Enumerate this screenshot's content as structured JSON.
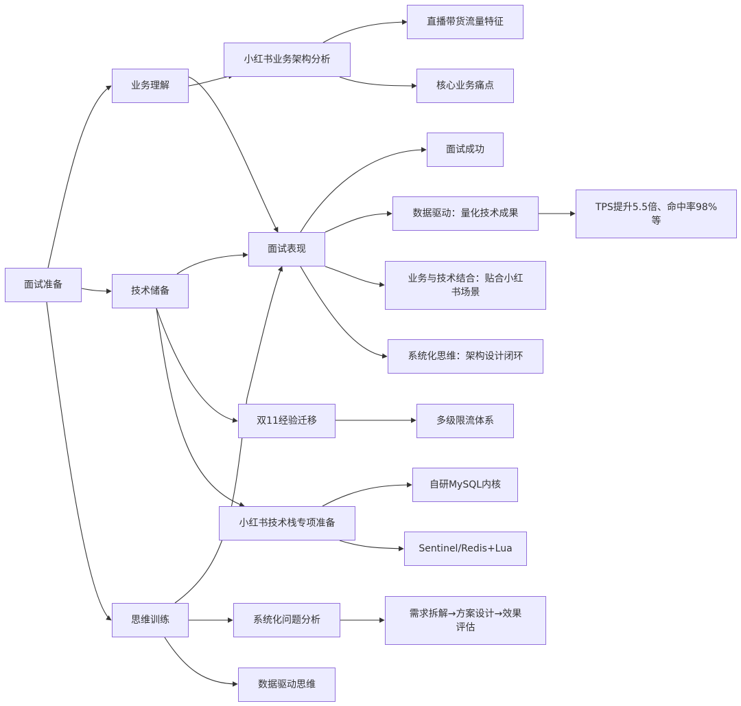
{
  "nodes": {
    "root": "面试准备",
    "biz": "业务理解",
    "tech": "技术储备",
    "think": "思维训练",
    "arch": "小红书业务架构分析",
    "live": "直播带货流量特征",
    "pain": "核心业务痛点",
    "perf": "面试表现",
    "success": "面试成功",
    "data": "数据驱动：量化技术成果",
    "tps_line1": "TPS提升5.5倍、命中率98%",
    "tps_line2": "等",
    "bizcomb_line1": "业务与技术结合：贴合小红",
    "bizcomb_line2": "书场景",
    "sys": "系统化思维：架构设计闭环",
    "d11": "双11经验迁移",
    "limit": "多级限流体系",
    "stack": "小红书技术栈专项准备",
    "mysql": "自研MySQL内核",
    "sentinel": "Sentinel/Redis+Lua",
    "prob": "系统化问题分析",
    "req_line1": "需求拆解→方案设计→效果",
    "req_line2": "评估",
    "dthink": "数据驱动思维"
  },
  "edges": [
    {
      "from": "root",
      "to": "biz"
    },
    {
      "from": "root",
      "to": "tech"
    },
    {
      "from": "root",
      "to": "think"
    },
    {
      "from": "biz",
      "to": "arch"
    },
    {
      "from": "biz",
      "to": "perf"
    },
    {
      "from": "arch",
      "to": "live"
    },
    {
      "from": "arch",
      "to": "pain"
    },
    {
      "from": "tech",
      "to": "perf"
    },
    {
      "from": "tech",
      "to": "d11"
    },
    {
      "from": "tech",
      "to": "stack"
    },
    {
      "from": "perf",
      "to": "success"
    },
    {
      "from": "perf",
      "to": "data"
    },
    {
      "from": "perf",
      "to": "bizcomb"
    },
    {
      "from": "perf",
      "to": "sys"
    },
    {
      "from": "data",
      "to": "tps"
    },
    {
      "from": "d11",
      "to": "limit"
    },
    {
      "from": "stack",
      "to": "mysql"
    },
    {
      "from": "stack",
      "to": "sentinel"
    },
    {
      "from": "think",
      "to": "perf"
    },
    {
      "from": "think",
      "to": "prob"
    },
    {
      "from": "think",
      "to": "dthink"
    },
    {
      "from": "prob",
      "to": "req"
    }
  ],
  "colors": {
    "node_fill": "#ECECFF",
    "node_border": "#9370DB",
    "line": "#333333",
    "text": "#333333"
  }
}
